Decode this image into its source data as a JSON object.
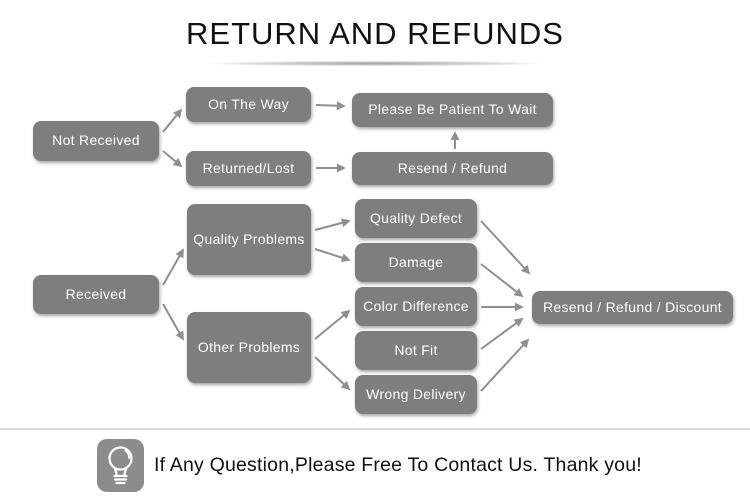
{
  "title": "RETURN AND REFUNDS",
  "colors": {
    "node_fill": "#7e7e7e",
    "node_text": "#ffffff",
    "arrow": "#8f8f8f",
    "title_text": "#111111",
    "footer_icon_fill": "#8c8c8c",
    "divider": "#d8d8d8",
    "background": "#ffffff"
  },
  "nodes": {
    "not_received": "Not Received",
    "on_the_way": "On The Way",
    "returned_lost": "Returned/Lost",
    "please_wait": "Please Be Patient To Wait",
    "resend_refund": "Resend / Refund",
    "received": "Received",
    "quality_problems": "Quality Problems",
    "other_problems": "Other Problems",
    "quality_defect": "Quality Defect",
    "damage": "Damage",
    "color_difference": "Color Difference",
    "not_fit": "Not Fit",
    "wrong_delivery": "Wrong Delivery",
    "resend_refund_discount": "Resend / Refund / Discount"
  },
  "edges": [
    {
      "from": "not_received",
      "to": "on_the_way"
    },
    {
      "from": "not_received",
      "to": "returned_lost"
    },
    {
      "from": "on_the_way",
      "to": "please_wait"
    },
    {
      "from": "returned_lost",
      "to": "resend_refund"
    },
    {
      "from": "resend_refund",
      "to": "please_wait"
    },
    {
      "from": "received",
      "to": "quality_problems"
    },
    {
      "from": "received",
      "to": "other_problems"
    },
    {
      "from": "quality_problems",
      "to": "quality_defect"
    },
    {
      "from": "quality_problems",
      "to": "damage"
    },
    {
      "from": "other_problems",
      "to": "color_difference"
    },
    {
      "from": "other_problems",
      "to": "wrong_delivery"
    },
    {
      "from": "quality_defect",
      "to": "resend_refund_discount"
    },
    {
      "from": "damage",
      "to": "resend_refund_discount"
    },
    {
      "from": "color_difference",
      "to": "resend_refund_discount"
    },
    {
      "from": "not_fit",
      "to": "resend_refund_discount"
    },
    {
      "from": "wrong_delivery",
      "to": "resend_refund_discount"
    }
  ],
  "footer": {
    "message": "If Any Question,Please Free To Contact Us. Thank you!",
    "icon": "lightbulb-icon"
  }
}
